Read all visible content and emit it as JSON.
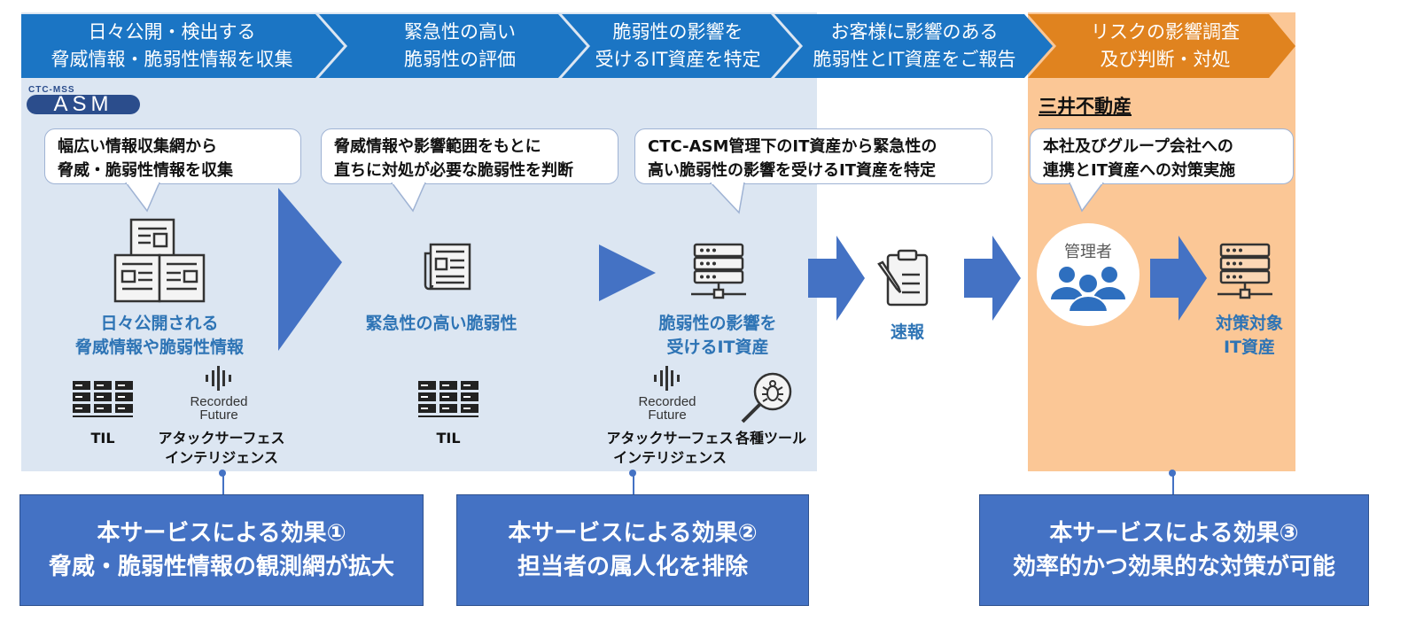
{
  "colors": {
    "step_blue": "#1b75c4",
    "step_orange": "#e0831f",
    "panel_blue": "#dce6f2",
    "panel_orange": "#fbc796",
    "accent_blue": "#2e74b5",
    "effect_blue": "#4472c4",
    "arrow_blue": "#4472c4"
  },
  "steps": [
    {
      "line1": "日々公開・検出する",
      "line2": "脅威情報・脆弱性情報を収集"
    },
    {
      "line1": "緊急性の高い",
      "line2": "脆弱性の評価"
    },
    {
      "line1": "脆弱性の影響を",
      "line2": "受けるIT資産を特定"
    },
    {
      "line1": "お客様に影響のある",
      "line2": "脆弱性とIT資産をご報告"
    },
    {
      "line1": "リスクの影響調査",
      "line2": "及び判断・対処"
    }
  ],
  "logo": {
    "small": "CTC-MSS",
    "big": "ASM"
  },
  "company": "三井不動産",
  "bubbles": [
    "幅広い情報収集網から\n脅威・脆弱性情報を収集",
    "脅威情報や影響範囲をもとに\n直ちに対処が必要な脆弱性を判断",
    "CTC-ASM管理下のIT資産から緊急性の\n高い脆弱性の影響を受けるIT資産を特定",
    "本社及びグループ会社への\n連携とIT資産への対策実施"
  ],
  "labels": {
    "news": "日々公開される\n脅威情報や脆弱性情報",
    "urgent": "緊急性の高い脆弱性",
    "affected": "脆弱性の影響を\n受けるIT資産",
    "report": "速報",
    "target": "対策対象\nIT資産",
    "admin": "管理者"
  },
  "tools": {
    "til_1": "TIL",
    "til_2": "TIL",
    "rf_name_1": "Recorded",
    "rf_name_2": "Future",
    "rf_caption": "アタックサーフェス\nインテリジェンス",
    "tools_caption": "各種ツール"
  },
  "effects": [
    "本サービスによる効果①\n脅威・脆弱性情報の観測網が拡大",
    "本サービスによる効果②\n担当者の属人化を排除",
    "本サービスによる効果③\n効率的かつ効果的な対策が可能"
  ],
  "icons": [
    "newspaper-stack-icon",
    "newspaper-icon",
    "server-icon",
    "clipboard-icon",
    "admin-group-icon",
    "server-target-icon",
    "til-server-icon",
    "recorded-future-logo-icon",
    "bug-search-icon",
    "triangle-arrow-icon",
    "block-arrow-icon"
  ]
}
